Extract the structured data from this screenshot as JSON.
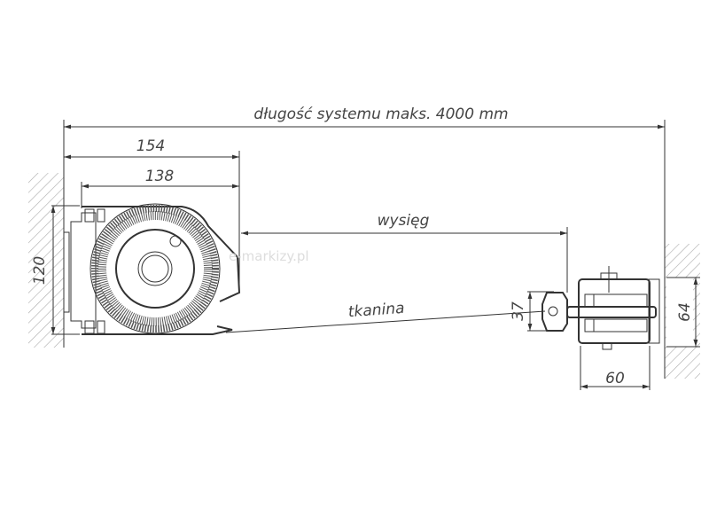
{
  "labels": {
    "system_length": "długość systemu maks. 4000 mm",
    "dim_154": "154",
    "dim_138": "138",
    "dim_120": "120",
    "extension": "wysięg",
    "fabric": "tkanina",
    "dim_37": "37",
    "dim_64": "64",
    "dim_60": "60"
  },
  "watermark": "e-markizy.pl"
}
